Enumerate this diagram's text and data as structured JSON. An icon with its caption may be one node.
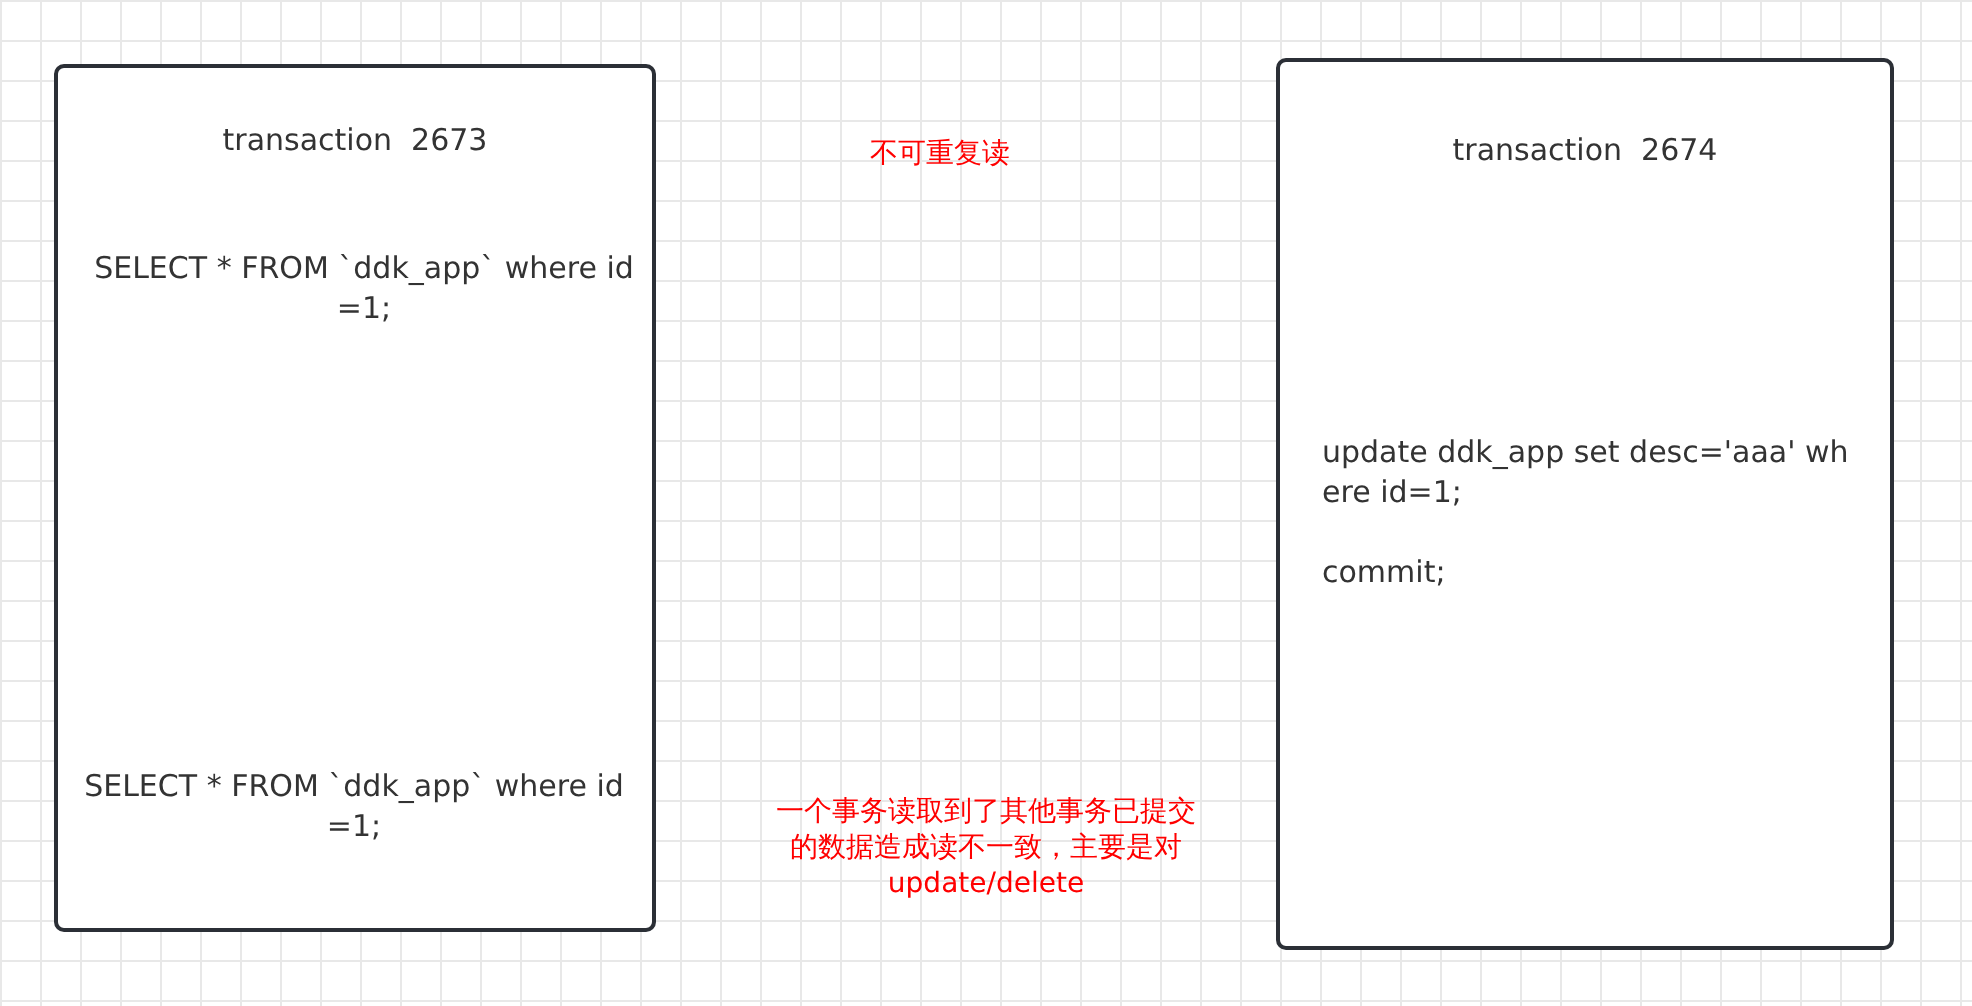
{
  "diagram": {
    "nodes": [
      {
        "text": [
          "transaction  2673",
          "SELECT * FROM `ddk_app` where id=1;",
          "SELECT * FROM `ddk_app` where id=1;"
        ]
      },
      {
        "text": [
          "transaction  2674",
          "update ddk_app set desc='aaa' where id=1;",
          "commit;"
        ]
      }
    ],
    "edges": [],
    "labels": [
      "不可重复读",
      "一个事务读取到了其他事务已提交的数据造成读不一致，主要是对update/delete"
    ]
  }
}
